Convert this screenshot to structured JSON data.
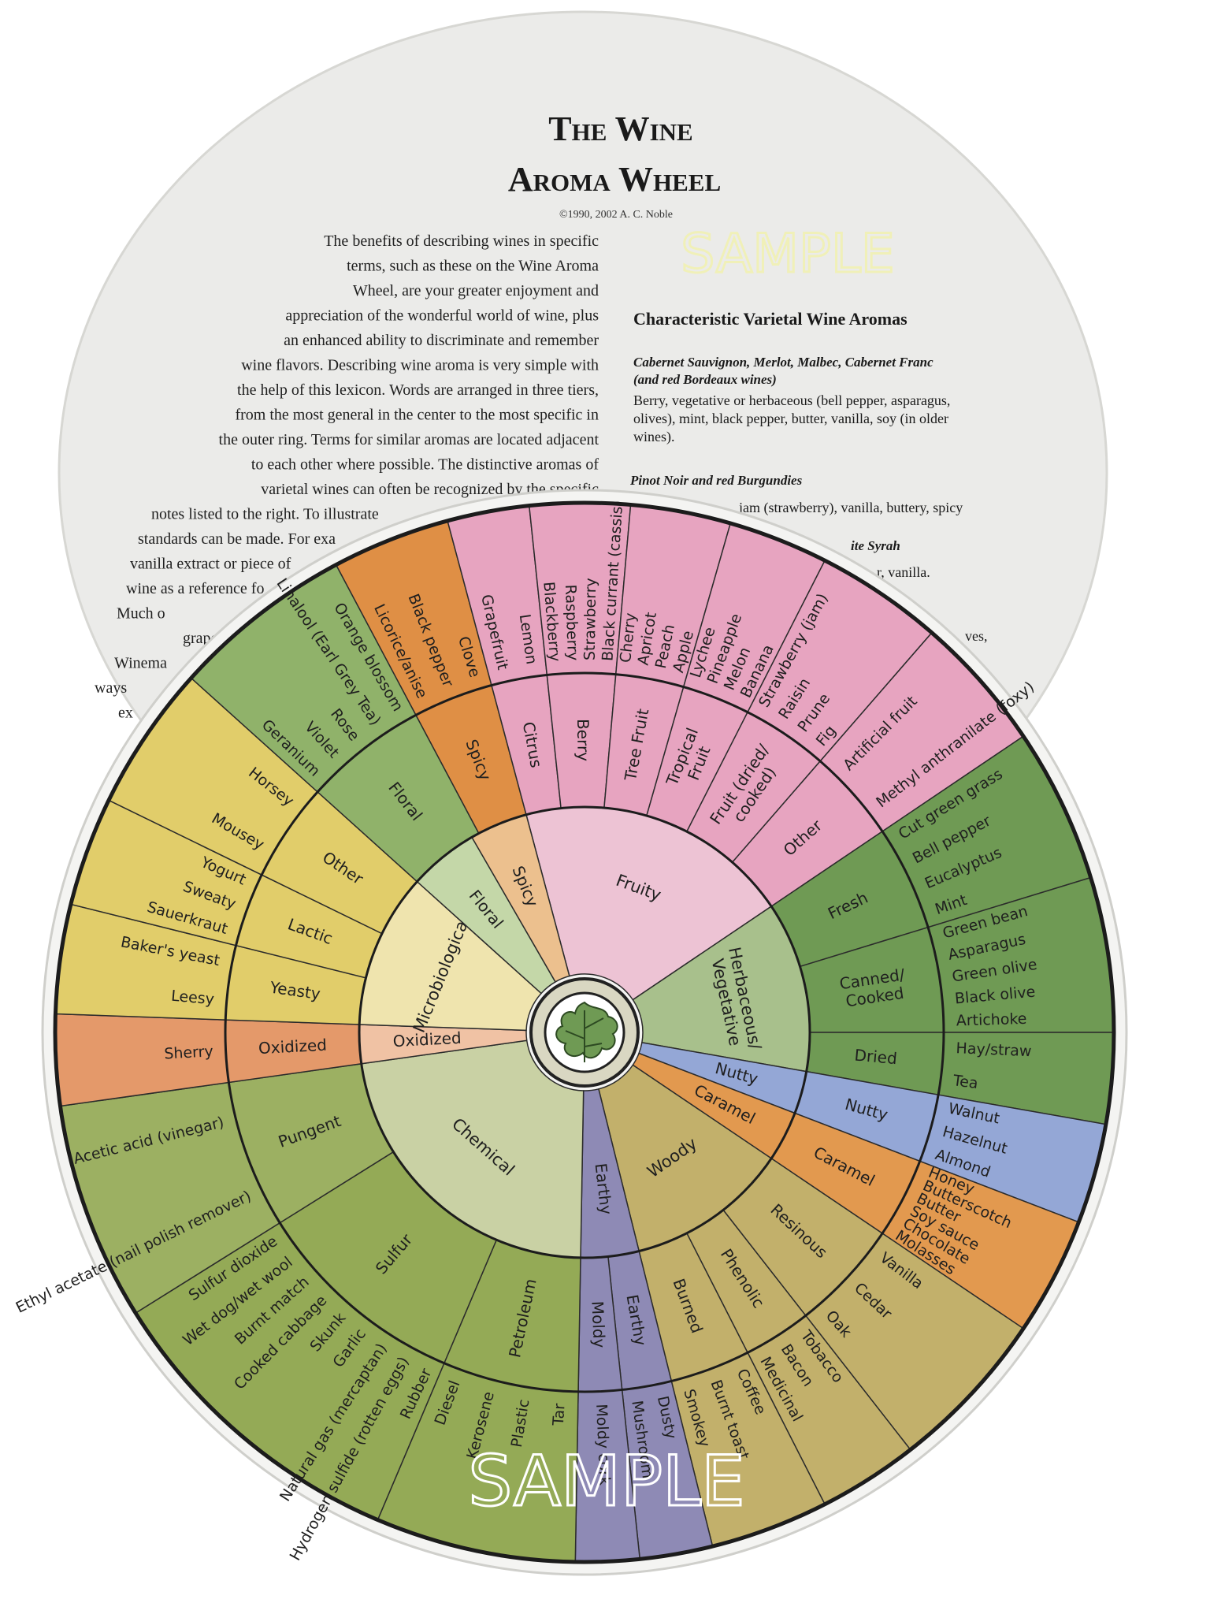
{
  "colors": {
    "fruity": "#e7a4c0",
    "fruity_light": "#edc3d4",
    "herbaceous": "#6f9a54",
    "herbaceous_light": "#a8c08c",
    "nutty": "#94a7d6",
    "caramel": "#e2994f",
    "woody": "#c2b06b",
    "earthy": "#8e8ab5",
    "chemical": "#94aa56",
    "pungent": "#9cb062",
    "oxidized": "#e4996a",
    "microbiological": "#e1cd6a",
    "floral": "#90b26a",
    "spicy": "#df8f45",
    "center_ring": "#d9d7c2",
    "back_disc": "#ebebe9",
    "watermark": "#f3f3c4"
  },
  "back_card": {
    "title_line1": "The Wine",
    "title_line2": "Aroma Wheel",
    "copyright": "©1990, 2002  A. C. Noble",
    "intro_lines": [
      "The benefits of describing wines in specific",
      "terms, such as these on the Wine Aroma",
      "Wheel, are your greater enjoyment and",
      "appreciation of the wonderful world of wine, plus",
      "an enhanced ability to discriminate and remember",
      "wine flavors.  Describing wine aroma is very simple with",
      "the help of this lexicon. Words are arranged in three tiers,",
      "from the most general in the center to the most specific in",
      "the outer ring.  Terms for similar aromas are located adjacent",
      "to each other where possible.  The distinctive aromas of",
      "varietal wines can often be recognized by the specific",
      "notes listed to the right. To illustrate",
      "standards can be made. For exa",
      "vanilla extract or piece of",
      "wine as a reference fo",
      "Much o",
      "grapes and",
      "Winema",
      "ways",
      "ex"
    ],
    "watermark": "SAMPLE",
    "varietal_heading": "Characteristic Varietal Wine Aromas",
    "varietal1_title_line1": "Cabernet Sauvignon, Merlot, Malbec, Cabernet Franc",
    "varietal1_title_line2": "(and red Bordeaux wines)",
    "varietal1_desc_line1": "Berry, vegetative or herbaceous (bell pepper, asparagus,",
    "varietal1_desc_line2": "olives), mint, black pepper, butter, vanilla, soy (in older",
    "varietal1_desc_line3": "wines).",
    "varietal2_title": "Pinot Noir and red Burgundies",
    "varietal2_desc": "jam (strawberry), vanilla, buttery, spicy",
    "varietal3_title_fragment": "ite Syrah",
    "varietal3_desc_fragment": "r, vanilla.",
    "varietal4_desc_fragment": "ves,"
  },
  "wheel": {
    "watermark": "SAMPLE",
    "inner": [
      {
        "label": "Fruity",
        "a0": -15,
        "a1": 56
      },
      {
        "label": "Herbaceous/\nVegetative",
        "a0": 56,
        "a1": 100
      },
      {
        "label": "Nutty",
        "a0": 100,
        "a1": 111
      },
      {
        "label": "Caramel",
        "a0": 111,
        "a1": 124
      },
      {
        "label": "Woody",
        "a0": 124,
        "a1": 166
      },
      {
        "label": "Earthy",
        "a0": 166,
        "a1": 181
      },
      {
        "label": "Chemical",
        "a0": 181,
        "a1": 262
      },
      {
        "label": "Oxidized",
        "a0": 262,
        "a1": 272
      },
      {
        "label": "Microbiological",
        "a0": 272,
        "a1": 312
      },
      {
        "label": "Floral",
        "a0": 312,
        "a1": 330
      },
      {
        "label": "Spicy",
        "a0": 330,
        "a1": 345
      }
    ],
    "middle": [
      {
        "label": "Spicy",
        "a0": -28,
        "a1": -15,
        "color": "spicy"
      },
      {
        "label": "Citrus",
        "a0": -15,
        "a1": -6,
        "color": "fruity"
      },
      {
        "label": "Berry",
        "a0": -6,
        "a1": 5,
        "color": "fruity"
      },
      {
        "label": "Tree Fruit",
        "a0": 5,
        "a1": 16,
        "color": "fruity"
      },
      {
        "label": "Tropical\nFruit",
        "a0": 16,
        "a1": 27,
        "color": "fruity"
      },
      {
        "label": "Fruit (dried/\ncooked)",
        "a0": 27,
        "a1": 41,
        "color": "fruity"
      },
      {
        "label": "Other",
        "a0": 41,
        "a1": 56,
        "color": "fruity"
      },
      {
        "label": "Fresh",
        "a0": 56,
        "a1": 73,
        "color": "herbaceous"
      },
      {
        "label": "Canned/\nCooked",
        "a0": 73,
        "a1": 90,
        "color": "herbaceous"
      },
      {
        "label": "Dried",
        "a0": 90,
        "a1": 100,
        "color": "herbaceous"
      },
      {
        "label": "Nutty",
        "a0": 100,
        "a1": 111,
        "color": "nutty"
      },
      {
        "label": "Caramel",
        "a0": 111,
        "a1": 124,
        "color": "caramel"
      },
      {
        "label": "Resinous",
        "a0": 124,
        "a1": 142,
        "color": "woody"
      },
      {
        "label": "Phenolic",
        "a0": 142,
        "a1": 153,
        "color": "woody"
      },
      {
        "label": "Burned",
        "a0": 153,
        "a1": 166,
        "color": "woody"
      },
      {
        "label": "Earthy",
        "a0": 166,
        "a1": 174,
        "color": "earthy"
      },
      {
        "label": "Moldy",
        "a0": 174,
        "a1": 181,
        "color": "earthy"
      },
      {
        "label": "Petroleum",
        "a0": 181,
        "a1": 203,
        "color": "chemical"
      },
      {
        "label": "Sulfur",
        "a0": 203,
        "a1": 238,
        "color": "chemical"
      },
      {
        "label": "Pungent",
        "a0": 238,
        "a1": 262,
        "color": "pungent"
      },
      {
        "label": "Oxidized",
        "a0": 262,
        "a1": 272,
        "color": "oxidized"
      },
      {
        "label": "Yeasty",
        "a0": 272,
        "a1": 284,
        "color": "microbiological"
      },
      {
        "label": "Lactic",
        "a0": 284,
        "a1": 296,
        "color": "microbiological"
      },
      {
        "label": "Other",
        "a0": 296,
        "a1": 312,
        "color": "microbiological"
      },
      {
        "label": "Floral",
        "a0": 312,
        "a1": 332,
        "color": "floral"
      }
    ],
    "outer": [
      {
        "a0": -28,
        "a1": -15,
        "color": "spicy",
        "terms": [
          "Licorice/anise",
          "Black pepper",
          "Clove"
        ]
      },
      {
        "a0": -15,
        "a1": -6,
        "color": "fruity",
        "terms": [
          "Grapefruit",
          "Lemon"
        ]
      },
      {
        "a0": -6,
        "a1": 5,
        "color": "fruity",
        "terms": [
          "Blackberry",
          "Raspberry",
          "Strawberry",
          "Black currant (cassis)"
        ]
      },
      {
        "a0": 5,
        "a1": 16,
        "color": "fruity",
        "terms": [
          "Cherry",
          "Apricot",
          "Peach",
          "Apple"
        ]
      },
      {
        "a0": 16,
        "a1": 27,
        "color": "fruity",
        "terms": [
          "Lychee",
          "Pineapple",
          "Melon",
          "Banana"
        ]
      },
      {
        "a0": 27,
        "a1": 41,
        "color": "fruity",
        "terms": [
          "Strawberry (jam)",
          "Raisin",
          "Prune",
          "Fig"
        ]
      },
      {
        "a0": 41,
        "a1": 56,
        "color": "fruity",
        "terms": [
          "Artificial fruit",
          "Methyl anthranilate (foxy)"
        ]
      },
      {
        "a0": 56,
        "a1": 73,
        "color": "herbaceous",
        "terms": [
          "Cut green grass",
          "Bell pepper",
          "Eucalyptus",
          "Mint"
        ]
      },
      {
        "a0": 73,
        "a1": 90,
        "color": "herbaceous",
        "terms": [
          "Green bean",
          "Asparagus",
          "Green olive",
          "Black olive",
          "Artichoke"
        ]
      },
      {
        "a0": 90,
        "a1": 100,
        "color": "herbaceous",
        "terms": [
          "Hay/straw",
          "Tea"
        ]
      },
      {
        "a0": 100,
        "a1": 111,
        "color": "nutty",
        "terms": [
          "Walnut",
          "Hazelnut",
          "Almond"
        ]
      },
      {
        "a0": 111,
        "a1": 124,
        "color": "caramel",
        "terms": [
          "Honey",
          "Butterscotch",
          "Butter",
          "Soy sauce",
          "Chocolate",
          "Molasses"
        ]
      },
      {
        "a0": 124,
        "a1": 142,
        "color": "woody",
        "terms": [
          "Vanilla",
          "Cedar",
          "Oak"
        ]
      },
      {
        "a0": 142,
        "a1": 153,
        "color": "woody",
        "terms": [
          "Tobacco",
          "Bacon",
          "Medicinal"
        ]
      },
      {
        "a0": 153,
        "a1": 166,
        "color": "woody",
        "terms": [
          "Coffee",
          "Burnt toast",
          "Smokey"
        ]
      },
      {
        "a0": 166,
        "a1": 174,
        "color": "earthy",
        "terms": [
          "Dusty",
          "Mushroom"
        ]
      },
      {
        "a0": 174,
        "a1": 181,
        "color": "earthy",
        "terms": [
          "Moldy cork"
        ]
      },
      {
        "a0": 181,
        "a1": 203,
        "color": "chemical",
        "terms": [
          "Tar",
          "Plastic",
          "Kerosene",
          "Diesel"
        ]
      },
      {
        "a0": 203,
        "a1": 238,
        "color": "chemical",
        "terms": [
          "Rubber",
          "Hydrogen sulfide (rotten eggs)",
          "Natural gas (mercaptan)",
          "Garlic",
          "Skunk",
          "Cooked cabbage",
          "Burnt match",
          "Wet dog/wet wool",
          "Sulfur dioxide"
        ]
      },
      {
        "a0": 238,
        "a1": 262,
        "color": "pungent",
        "terms": [
          "Ethyl acetate (nail polish remover)",
          "Acetic acid (vinegar)"
        ]
      },
      {
        "a0": 262,
        "a1": 272,
        "color": "oxidized",
        "terms": [
          "Sherry"
        ]
      },
      {
        "a0": 272,
        "a1": 284,
        "color": "microbiological",
        "terms": [
          "Leesy",
          "Baker's yeast"
        ]
      },
      {
        "a0": 284,
        "a1": 296,
        "color": "microbiological",
        "terms": [
          "Sauerkraut",
          "Sweaty",
          "Yogurt"
        ]
      },
      {
        "a0": 296,
        "a1": 312,
        "color": "microbiological",
        "terms": [
          "Mousey",
          "Horsey"
        ]
      },
      {
        "a0": 312,
        "a1": 332,
        "color": "floral",
        "terms": [
          "Geranium",
          "Violet",
          "Rose",
          "Linalool (Earl Grey Tea)",
          "Orange blossom"
        ]
      }
    ]
  }
}
